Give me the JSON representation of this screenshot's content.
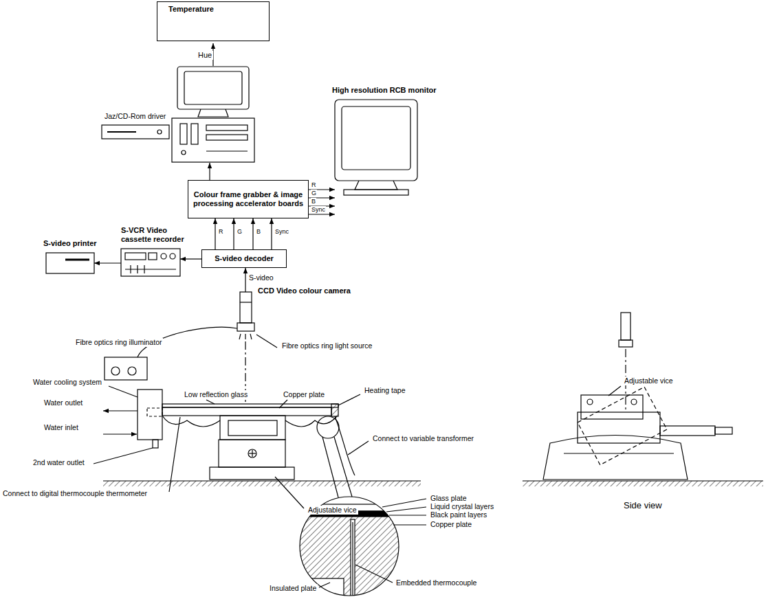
{
  "diagram": {
    "nodes": [
      {
        "text": [
          "Temperature"
        ]
      },
      {
        "text": [
          "Colour frame grabber & image processing accelerator boards"
        ]
      },
      {
        "text": [
          "S-video decoder"
        ]
      },
      {
        "text": [
          "High resolution RCB monitor"
        ]
      },
      {
        "text": [
          "S-VCR Video cassette recorder"
        ]
      },
      {
        "text": [
          "S-video printer"
        ]
      },
      {
        "text": [
          "CCD Video colour camera"
        ]
      }
    ],
    "edges": [
      {
        "from": 2,
        "to": 1,
        "arrow": "to",
        "label": "R"
      },
      {
        "from": 2,
        "to": 1,
        "arrow": "to",
        "label": "G"
      },
      {
        "from": 2,
        "to": 1,
        "arrow": "to",
        "label": "B"
      },
      {
        "from": 2,
        "to": 1,
        "arrow": "to",
        "label": "Sync"
      },
      {
        "from": 1,
        "to": 3,
        "arrow": "to",
        "label": "R"
      },
      {
        "from": 1,
        "to": 3,
        "arrow": "to",
        "label": "G"
      },
      {
        "from": 1,
        "to": 3,
        "arrow": "to",
        "label": "B"
      },
      {
        "from": 1,
        "to": 3,
        "arrow": "to",
        "label": "Sync"
      },
      {
        "from": 2,
        "to": 4,
        "arrow": "to"
      },
      {
        "from": 4,
        "to": 5,
        "arrow": "to"
      },
      {
        "from": 6,
        "to": 2,
        "arrow": "to",
        "label": "S-video"
      }
    ],
    "labels": [
      "Hue",
      "Jaz/CD-Rom driver",
      "Fibre optics ring illuminator",
      "Fibre optics ring light source",
      "Water cooling system",
      "Water outlet",
      "Water inlet",
      "2nd water outlet",
      "Low reflection glass",
      "Copper plate",
      "Heating tape",
      "Connect to variable transformer",
      "Connect to digital thermocouple thermometer",
      "Adjustable vice",
      "Glass plate",
      "Liquid crystal layers",
      "Black paint layers",
      "Copper plate",
      "Insulated plate",
      "Embedded thermocouple",
      "Adjustable vice",
      "Side view"
    ]
  }
}
